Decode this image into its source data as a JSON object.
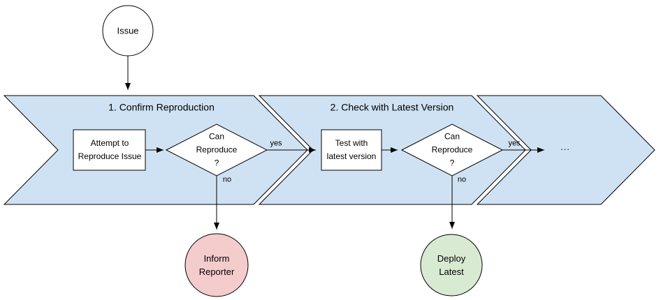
{
  "colors": {
    "band_fill": "#cfe2f3",
    "outline": "#000000",
    "node_fill": "#ffffff",
    "inform_reporter_fill": "#f4cccc",
    "deploy_latest_fill": "#d9ead3",
    "background": "#ffffff"
  },
  "start": {
    "label": "Issue"
  },
  "sections": [
    {
      "title": "1. Confirm Reproduction",
      "step_label": "Attempt to\nReproduce Issue",
      "decision_label": "Can\nReproduce\n?",
      "yes_label": "yes",
      "no_label": "no",
      "outcome_label": "Inform\nReporter"
    },
    {
      "title": "2. Check with Latest Version",
      "step_label": "Test with\nlatest version",
      "decision_label": "Can\nReproduce\n?",
      "yes_label": "yes",
      "no_label": "no",
      "outcome_label": "Deploy\nLatest"
    }
  ],
  "continuation_label": "..."
}
